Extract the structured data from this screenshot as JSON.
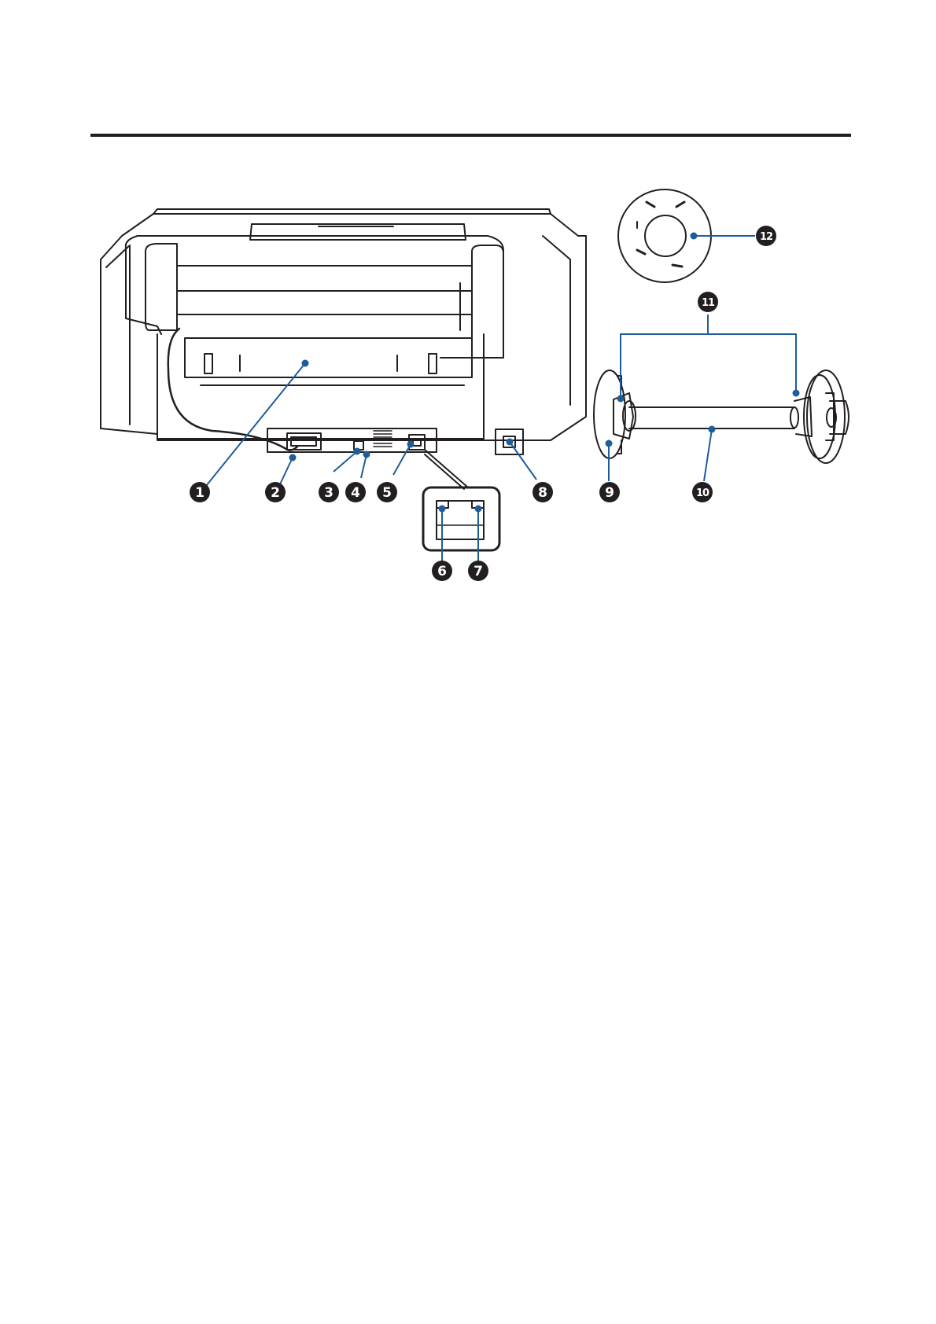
{
  "figure": {
    "callouts": [
      {
        "id": "c1",
        "label": "1"
      },
      {
        "id": "c2",
        "label": "2"
      },
      {
        "id": "c3",
        "label": "3"
      },
      {
        "id": "c4",
        "label": "4"
      },
      {
        "id": "c5",
        "label": "5"
      },
      {
        "id": "c6",
        "label": "6"
      },
      {
        "id": "c7",
        "label": "7"
      },
      {
        "id": "c8",
        "label": "8"
      },
      {
        "id": "c9",
        "label": "9"
      },
      {
        "id": "c10",
        "label": "10"
      },
      {
        "id": "c11",
        "label": "11"
      },
      {
        "id": "c12",
        "label": "12"
      }
    ],
    "colors": {
      "line": "#231f20",
      "callout_fill": "#231f20",
      "leader": "#1f5d99",
      "surface": "#ffffff"
    }
  }
}
